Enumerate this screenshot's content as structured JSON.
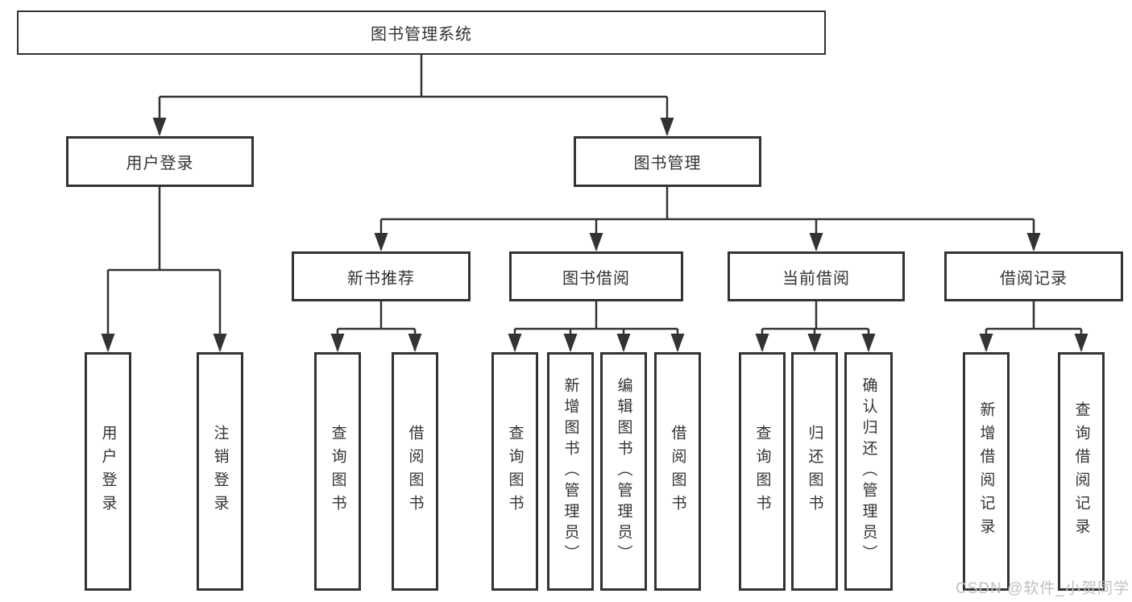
{
  "colors": {
    "background": "#ffffff",
    "line": "#333333",
    "text": "#333333",
    "watermark": "#c0c0c0"
  },
  "tree": {
    "root": {
      "label": "图书管理系统"
    },
    "branches": [
      {
        "label": "用户登录",
        "children": [
          {
            "label": "用户登录"
          },
          {
            "label": "注销登录"
          }
        ]
      },
      {
        "label": "图书管理",
        "children": [
          {
            "label": "新书推荐",
            "children": [
              {
                "label": "查询图书"
              },
              {
                "label": "借阅图书"
              }
            ]
          },
          {
            "label": "图书借阅",
            "children": [
              {
                "label": "查询图书"
              },
              {
                "label": "新增图书（管理员）"
              },
              {
                "label": "编辑图书（管理员）"
              },
              {
                "label": "借阅图书"
              }
            ]
          },
          {
            "label": "当前借阅",
            "children": [
              {
                "label": "查询图书"
              },
              {
                "label": "归还图书"
              },
              {
                "label": "确认归还（管理员）"
              }
            ]
          },
          {
            "label": "借阅记录",
            "children": [
              {
                "label": "新增借阅记录"
              },
              {
                "label": "查询借阅记录"
              }
            ]
          }
        ]
      }
    ]
  },
  "watermark": {
    "text": "CSDN @软件_小贺同学"
  }
}
